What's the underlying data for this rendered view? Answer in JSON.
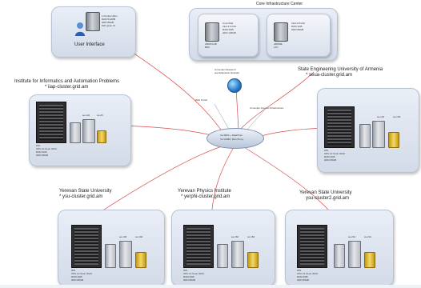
{
  "core": {
    "title": "Core Infrastructure Center",
    "servers": [
      {
        "name": "ARMCLUB",
        "role": "BDII",
        "specs": [
          "Core Mod",
          "Intel 3.0 Ghz",
          "RAM 2GB",
          "HDD 146GB"
        ]
      },
      {
        "name": "ARMSE",
        "role": "LFC",
        "specs": [
          "Intel 2.8 Ghz",
          "RAM 1GB",
          "HDD 80GB"
        ]
      }
    ]
  },
  "user_interface": {
    "label": "User Interface",
    "specs": [
      "1 Pentium Box",
      "RAM 512MB",
      "HDD 80GB",
      "SW: gLite UI"
    ]
  },
  "network": {
    "hub_labels": [
      "Ca MDS + Data/Tran",
      "Vo VOMS, Mon Proxy"
    ],
    "globe_labels": [
      "Armenian Research",
      "and Education Network"
    ],
    "side_labels": [
      "Web Portal",
      "Armenian Internet Infrastructure"
    ]
  },
  "sites": [
    {
      "name": "Institute for Informatics and Automation Problems",
      "host": "* iiap-cluster.grid.am",
      "ids": [
        "se-121",
        "ce-26"
      ]
    },
    {
      "name": "State Engineering University of Armenia",
      "host": "* seua-cluster.grid.am",
      "ids": [
        "se-131",
        "ce-132"
      ]
    },
    {
      "name": "Yerevan State University",
      "host": "* ysu-cluster.grid.am",
      "ids": [
        "se-103",
        "ce-104"
      ]
    },
    {
      "name": "Yerevan Physics Institute",
      "host": "* yerphi-cluster.grid.am",
      "ids": [
        "se-162",
        "ce-163"
      ]
    },
    {
      "name": "Yerevan State University",
      "host": "ysu-cluster2.grid.am",
      "ids": [
        "se-212",
        "ce-211"
      ]
    }
  ],
  "node_specs": [
    "WN",
    "CPU 2x Xeon 3Ghz",
    "RAM 2GB",
    "HDD 80GB"
  ],
  "colors": {
    "link": "#d84a4a",
    "panel": "#dfe6f1",
    "hub": "#b8c6da"
  }
}
